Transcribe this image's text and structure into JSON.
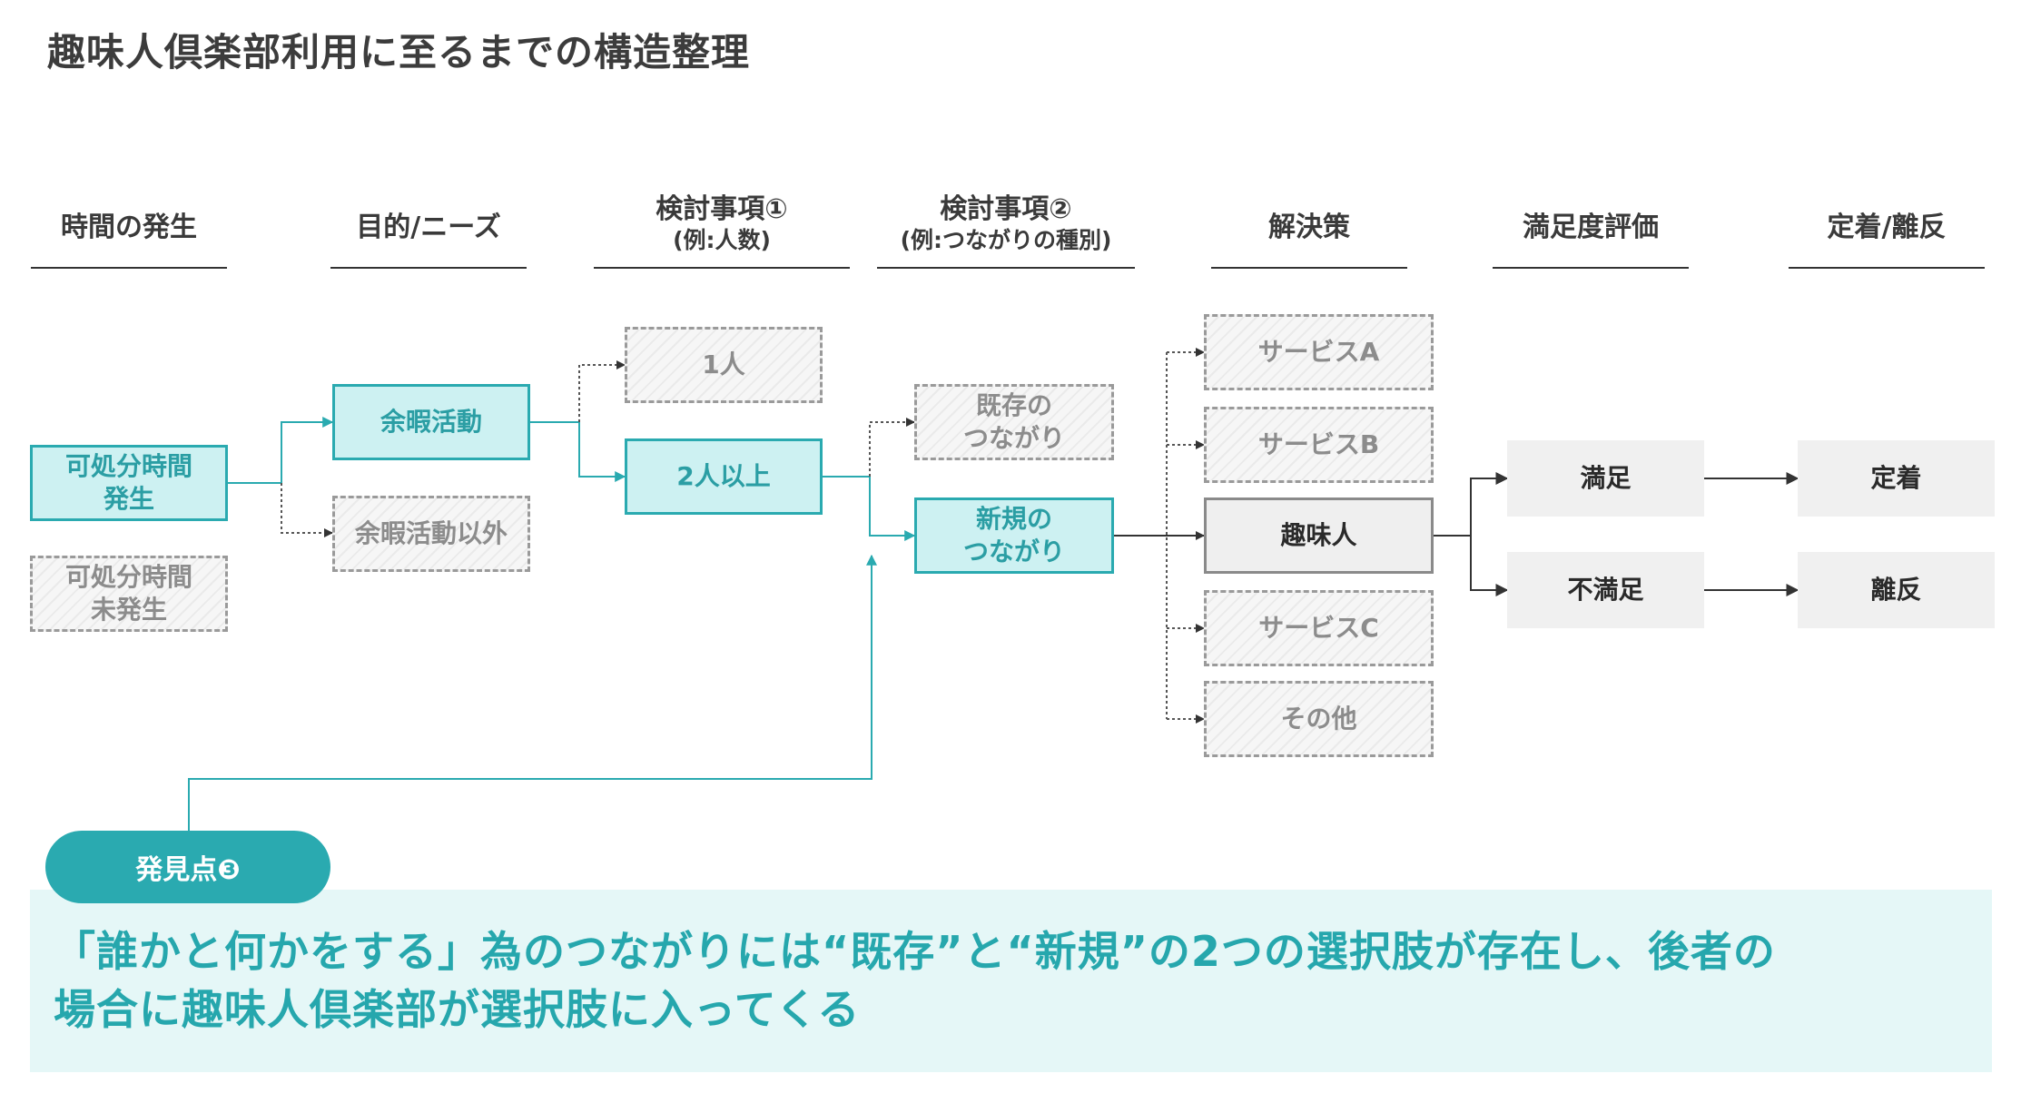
{
  "title": "趣味人倶楽部利用に至るまでの構造整理",
  "columns": {
    "col1": {
      "main": "時間の発生",
      "sub": ""
    },
    "col2": {
      "main": "目的/ニーズ",
      "sub": ""
    },
    "col3": {
      "main": "検討事項①",
      "sub": "(例:人数)"
    },
    "col4": {
      "main": "検討事項②",
      "sub": "(例:つながりの種別)"
    },
    "col5": {
      "main": "解決策",
      "sub": ""
    },
    "col6": {
      "main": "満足度評価",
      "sub": ""
    },
    "col7": {
      "main": "定着/離反",
      "sub": ""
    }
  },
  "nodes": {
    "time_available": {
      "line1": "可処分時間",
      "line2": "発生"
    },
    "time_unavailable": {
      "line1": "可処分時間",
      "line2": "未発生"
    },
    "leisure": {
      "label": "余暇活動"
    },
    "non_leisure": {
      "label": "余暇活動以外"
    },
    "one_person": {
      "label": "1人"
    },
    "two_plus": {
      "label": "2人以上"
    },
    "existing": {
      "line1": "既存の",
      "line2": "つながり"
    },
    "new": {
      "line1": "新規の",
      "line2": "つながり"
    },
    "service_a": {
      "label": "サービスA"
    },
    "service_b": {
      "label": "サービスB"
    },
    "shumijin": {
      "label": "趣味人"
    },
    "service_c": {
      "label": "サービスC"
    },
    "others": {
      "label": "その他"
    },
    "satisfied": {
      "label": "満足"
    },
    "unsatisfied": {
      "label": "不満足"
    },
    "retained": {
      "label": "定着"
    },
    "churned": {
      "label": "離反"
    }
  },
  "finding": {
    "badge": "発見点❸",
    "line1": "「誰かと何かをする」為のつながりには“既存”と“新規”の2つの選択肢が存在し、後者の",
    "line2": "場合に趣味人倶楽部が選択肢に入ってくる"
  },
  "colors": {
    "teal": "#2aaab0",
    "teal_light": "#cdf1f2",
    "finding_bg": "#e5f7f7",
    "line": "#333333"
  }
}
